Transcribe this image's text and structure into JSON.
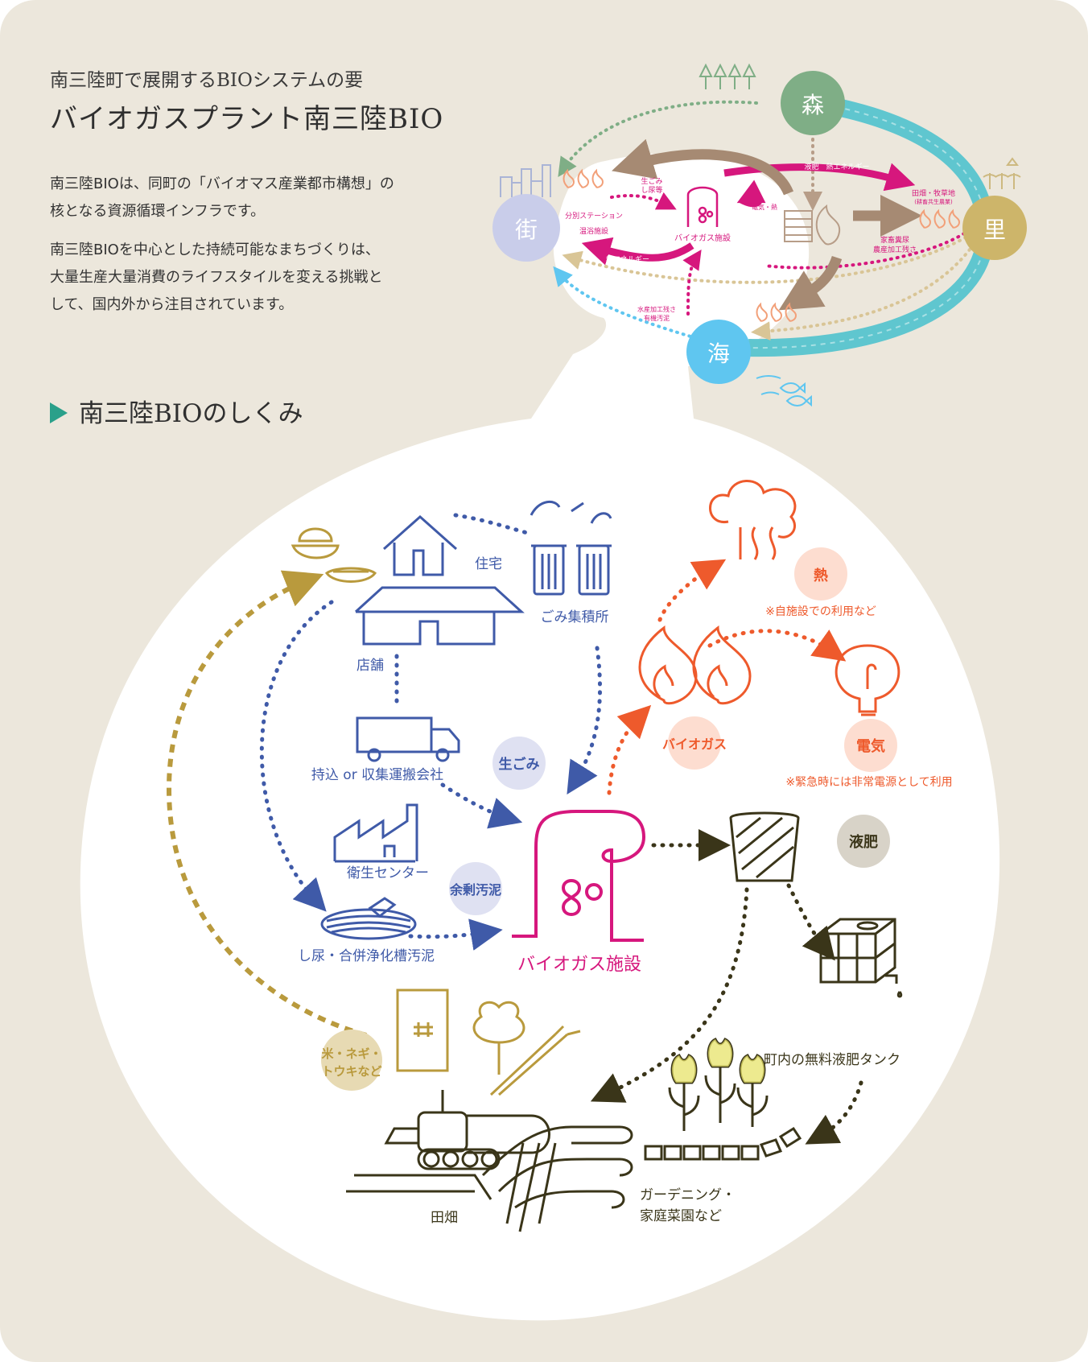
{
  "intro": {
    "subtitle": "南三陸町で展開するBIOシステムの要",
    "title": "バイオガスプラント南三陸BIO",
    "paragraph1_line1": "南三陸BIOは、同町の「バイオマス産業都市構想」の",
    "paragraph1_line2": "核となる資源循環インフラです。",
    "paragraph2_line1": "南三陸BIOを中心とした持続可能なまちづくりは、",
    "paragraph2_line2": "大量生産大量消費のライフスタイルを変える挑戦と",
    "paragraph2_line3": "して、国内外から注目されています。"
  },
  "section_title": "南三陸BIOのしくみ",
  "overview": {
    "mori": "森",
    "gai": "街",
    "sato": "里",
    "umi": "海",
    "garbage": "生ごみ",
    "night_soil": "し尿等",
    "sort_station": "分別ステーション",
    "bath": "温浴施設",
    "plant": "バイオガス施設",
    "liquid_heat": "液肥　熱エネルギー",
    "heat_energy": "熱エネルギー",
    "power": "電気・熱",
    "fields": "田畑・牧草地",
    "fields_note": "(耕畜共生農業)",
    "livestock": "家畜糞尿",
    "agri_residue": "農産加工残さ",
    "fish_residue": "水産加工残さ",
    "organic_sludge": "有機汚泥"
  },
  "diagram": {
    "house": "住宅",
    "garbage_point": "ごみ集積所",
    "shop": "店舗",
    "transport": "持込 or 収集運搬会社",
    "food_waste": "生ごみ",
    "sanitation": "衛生センター",
    "excess_sludge": "余剰汚泥",
    "night_soil": "し尿・合併浄化槽汚泥",
    "facility": "バイオガス施設",
    "heat": "熱",
    "heat_note": "※自施設での利用など",
    "biogas": "バイオガス",
    "electricity": "電気",
    "electricity_note": "※緊急時には非常電源として利用",
    "liquid_fertilizer": "液肥",
    "tank": "町内の無料液肥タンク",
    "crops_line1": "米・ネギ・",
    "crops_line2": "トウキなど",
    "fields": "田畑",
    "gardening_line1": "ガーデニング・",
    "gardening_line2": "家庭菜園など"
  },
  "colors": {
    "background": "#ece7dc",
    "blue": "#3f5aa8",
    "magenta": "#d6177d",
    "orange": "#ee5a2c",
    "gold": "#b99a3d",
    "dark_olive": "#3a3519",
    "teal": "#5fc6cf",
    "accent": "#2aa08a"
  },
  "icons": [
    "house-icon",
    "trash-can-icon",
    "shop-icon",
    "truck-icon",
    "factory-icon",
    "sludge-tank-icon",
    "biogas-facility-icon",
    "flame-icon",
    "steam-icon",
    "light-bulb-icon",
    "bucket-icon",
    "ibc-tank-icon",
    "tulip-icon",
    "rice-bowl-icon",
    "seed-bag-icon",
    "tractor-icon"
  ]
}
